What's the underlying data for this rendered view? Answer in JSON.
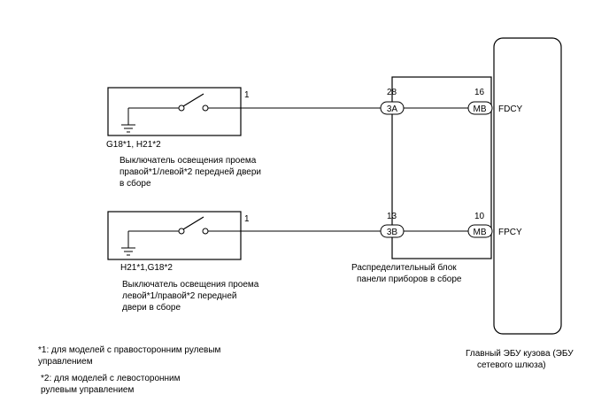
{
  "switches": [
    {
      "pin": "1",
      "code": "G18*1, H21*2",
      "desc": [
        "Выключатель освещения проема",
        "правой*1/левой*2 передней двери",
        "в сборе"
      ]
    },
    {
      "pin": "1",
      "code": "H21*1,G18*2",
      "desc": [
        "Выключатель освещения проема",
        "левой*1/правой*2 передней",
        "двери в сборе"
      ]
    }
  ],
  "junction_block": {
    "label": [
      "Распределительный блок",
      "панели приборов в сборе"
    ],
    "connections": [
      {
        "pin": "28",
        "connector": "3A"
      },
      {
        "pin": "13",
        "connector": "3B"
      }
    ]
  },
  "ecu": {
    "label": [
      "Главный ЭБУ кузова (ЭБУ",
      "сетевого шлюза)"
    ],
    "connections": [
      {
        "pin": "16",
        "connector": "MB",
        "signal": "FDCY"
      },
      {
        "pin": "10",
        "connector": "MB",
        "signal": "FPCY"
      }
    ]
  },
  "notes": [
    [
      "*1: для моделей с правосторонним рулевым",
      "управлением"
    ],
    [
      "*2: для моделей с левосторонним",
      "рулевым управлением"
    ]
  ]
}
